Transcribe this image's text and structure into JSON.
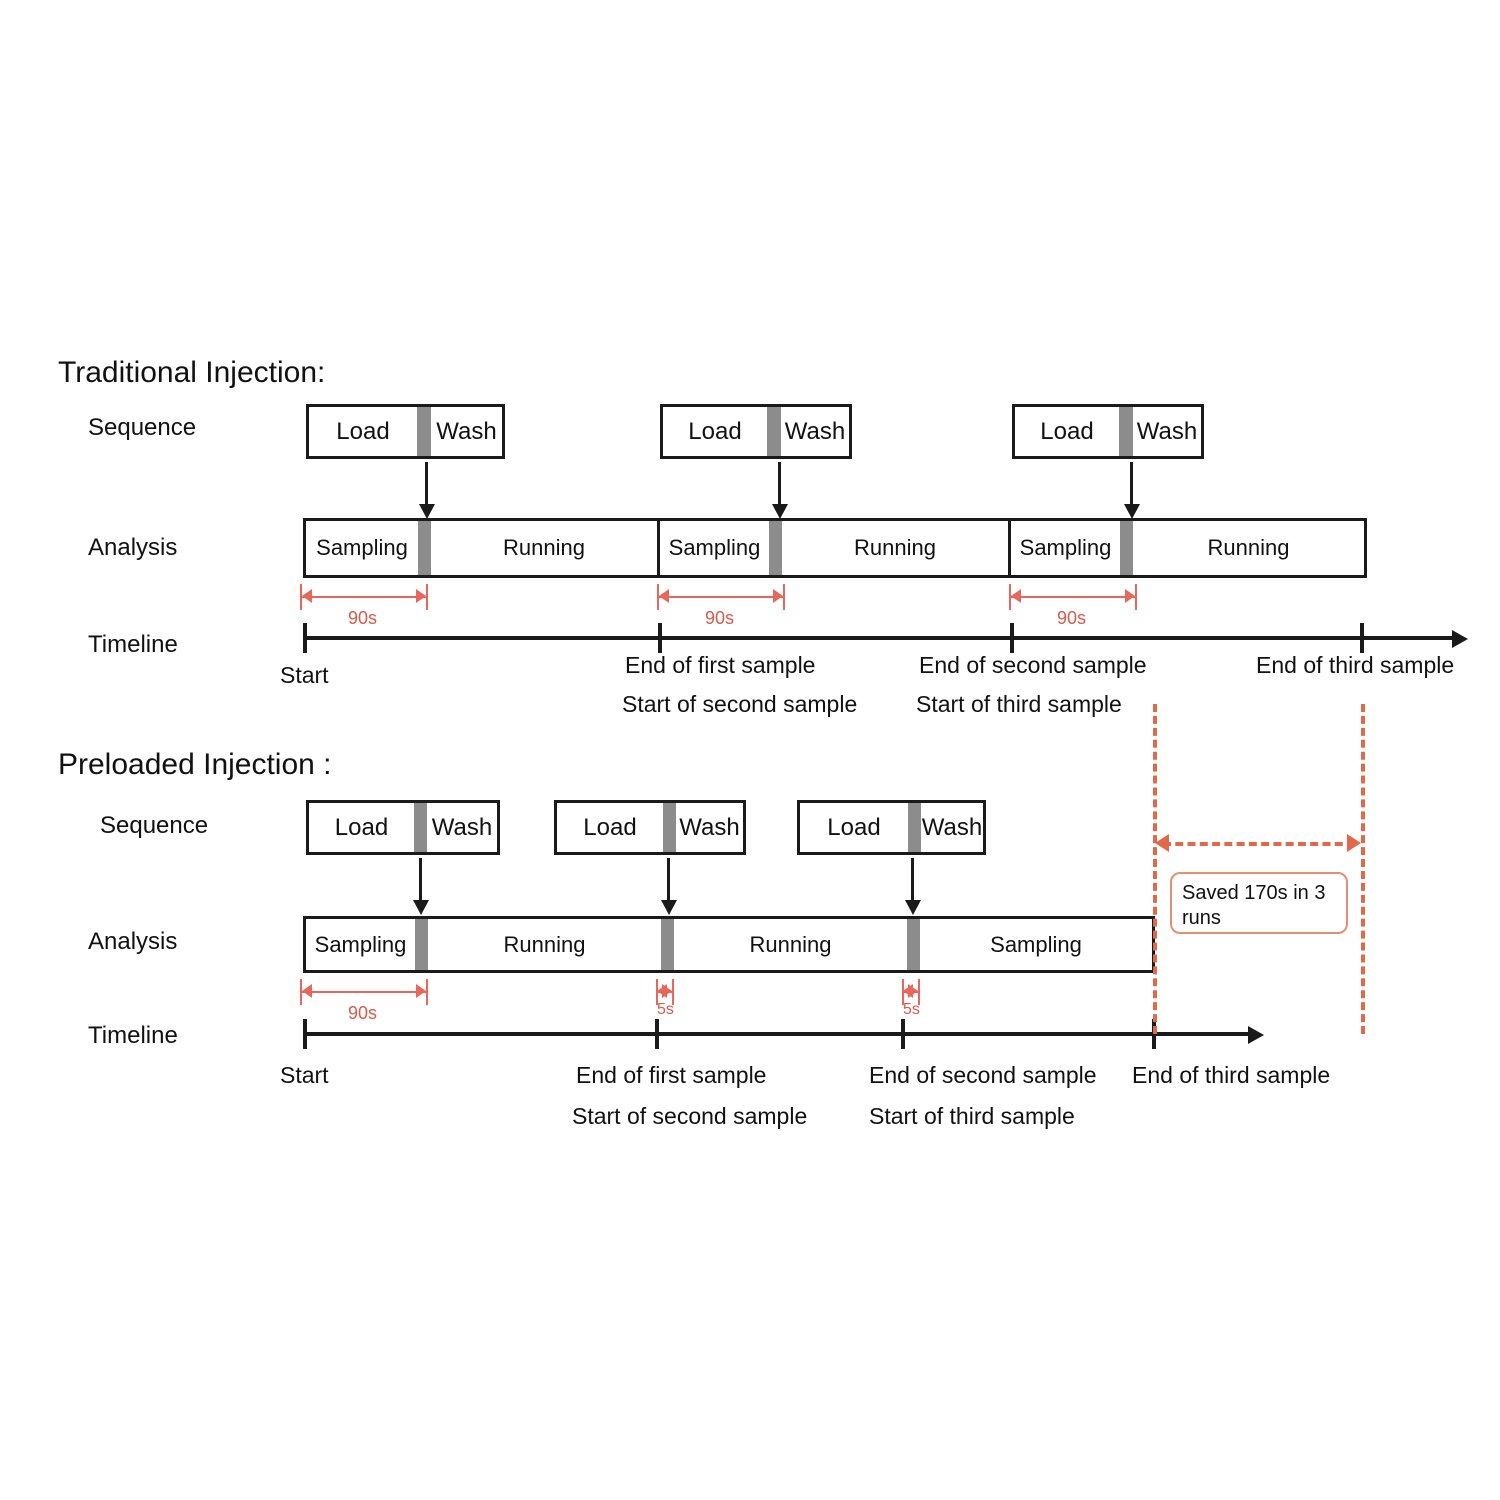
{
  "diagram": {
    "title_traditional": "Traditional Injection:",
    "title_preloaded": "Preloaded Injection :",
    "row_labels": {
      "sequence": "Sequence",
      "analysis": "Analysis",
      "timeline": "Timeline"
    },
    "sequence_cells": {
      "load": "Load",
      "wash": "Wash"
    },
    "analysis_cells": {
      "sampling": "Sampling",
      "running": "Running"
    },
    "durations": {
      "ninety": "90s",
      "five": "5s"
    },
    "timeline_labels": {
      "start": "Start",
      "end_first": "End of first sample",
      "start_second": "Start of second sample",
      "end_second": "End of second sample",
      "start_third": "Start of third sample",
      "end_third": "End of third sample"
    },
    "saved_note": "Saved 170s in 3 runs",
    "colors": {
      "red_arrow": "#e8675a",
      "orange_dashed": "#e2684a",
      "gray_divider": "#8c8c8c",
      "outline": "#1a1a1a"
    }
  },
  "chart_data": {
    "type": "table",
    "title": "Traditional vs Preloaded Injection timing comparison",
    "traditional": {
      "sequence_blocks": [
        {
          "index": 1,
          "load": "Load",
          "wash": "Wash"
        },
        {
          "index": 2,
          "load": "Load",
          "wash": "Wash"
        },
        {
          "index": 3,
          "load": "Load",
          "wash": "Wash"
        }
      ],
      "analysis_segments": [
        {
          "label": "Sampling",
          "duration_s": 90
        },
        {
          "label": "Running"
        },
        {
          "label": "Sampling",
          "duration_s": 90
        },
        {
          "label": "Running"
        },
        {
          "label": "Sampling",
          "duration_s": 90
        },
        {
          "label": "Running"
        }
      ],
      "sampling_durations_s": [
        90,
        90,
        90
      ],
      "timeline_marks": [
        "Start",
        "End of first sample / Start of second sample",
        "End of second sample / Start of third sample",
        "End of third sample"
      ]
    },
    "preloaded": {
      "sequence_blocks": [
        {
          "index": 1,
          "load": "Load",
          "wash": "Wash"
        },
        {
          "index": 2,
          "load": "Load",
          "wash": "Wash"
        },
        {
          "index": 3,
          "load": "Load",
          "wash": "Wash"
        }
      ],
      "analysis_segments": [
        {
          "label": "Sampling",
          "duration_s": 90
        },
        {
          "label": "Running"
        },
        {
          "label": "Running",
          "duration_s": 5
        },
        {
          "label": "Sampling",
          "duration_s": 5
        }
      ],
      "sampling_durations_s": [
        90,
        5,
        5
      ],
      "timeline_marks": [
        "Start",
        "End of first sample / Start of second sample",
        "End of second sample / Start of third sample",
        "End of third sample"
      ]
    },
    "saved_time_s": 170,
    "runs": 3,
    "annotation": "Saved 170s in 3 runs"
  }
}
